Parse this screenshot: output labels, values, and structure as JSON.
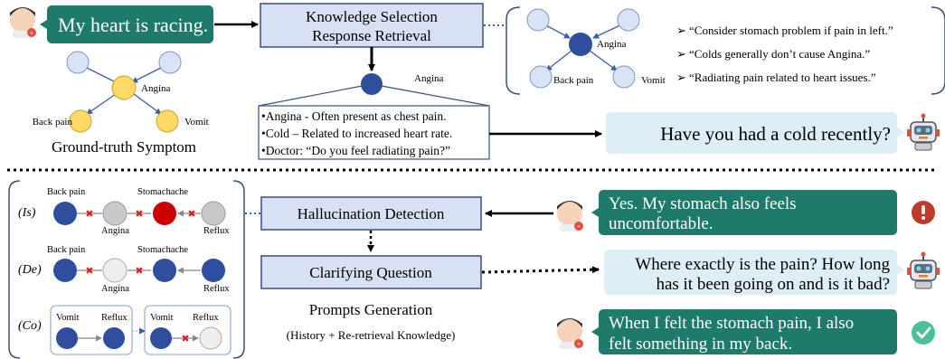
{
  "top": {
    "user_message": "My heart is racing.",
    "selection_box": [
      "Knowledge Selection",
      "Response Retrieval"
    ],
    "gt_graph": {
      "center": "Angina",
      "left": "Back pain",
      "right": "Vomit",
      "caption": "Ground-truth Symptom"
    },
    "node_label": "Angina",
    "knowledge_lines": [
      "•Angina - Often present as chest pain.",
      "•Cold – Related to increased heart rate.",
      "•Doctor: “Do you feel radiating pain?”"
    ],
    "bot_question": "Have you had a cold recently?",
    "right_graph": {
      "center": "Angina",
      "left": "Back pain",
      "right": "Vomit"
    },
    "right_points": [
      "“Consider stomach problem if pain in left.”",
      "“Colds generally don’t cause Angina.”",
      "“Radiating pain related to heart issues.”"
    ]
  },
  "bottom": {
    "rows": [
      {
        "tag": "(Is)",
        "label_a": "Back pain",
        "label_b": "Stomachache",
        "label_c": "Angina",
        "label_d": "Reflux"
      },
      {
        "tag": "(De)",
        "label_a": "Back pain",
        "label_b": "Stomachache",
        "label_c": "Angina",
        "label_d": "Reflux"
      },
      {
        "tag": "(Co)",
        "label_a": "Vomit",
        "label_b": "Reflux",
        "label_c": "Vomit",
        "label_d": "Reflux"
      }
    ],
    "hallucination_box": "Hallucination Detection",
    "clarifying_box": "Clarifying Question",
    "prompts_title": "Prompts Generation",
    "prompts_sub": "(History + Re-retrieval Knowledge)",
    "user_reply_1": [
      "Yes. My stomach also feels",
      "uncomfortable."
    ],
    "bot_question_2": [
      "Where exactly is the pain? How long",
      "has it been going on and is it bad?"
    ],
    "user_reply_2": [
      "When I felt the stomach pain, I also",
      "felt something in my back."
    ]
  },
  "colors": {
    "teal": "#1e7a6a",
    "box_fill": "#d7e1f3",
    "box_stroke": "#3a4f7a",
    "node_dark": "#2e4f9e",
    "node_light": "#d9e3f5",
    "node_yellow": "#ffd966",
    "node_red": "#cc0000",
    "node_gray": "#c8c8c8",
    "bubble_light": "#ddeef7",
    "alert_red": "#c0392b",
    "ok_green": "#4cbf9a"
  },
  "icons": [
    "user-avatar-icon",
    "robot-icon",
    "alert-icon",
    "check-icon"
  ]
}
